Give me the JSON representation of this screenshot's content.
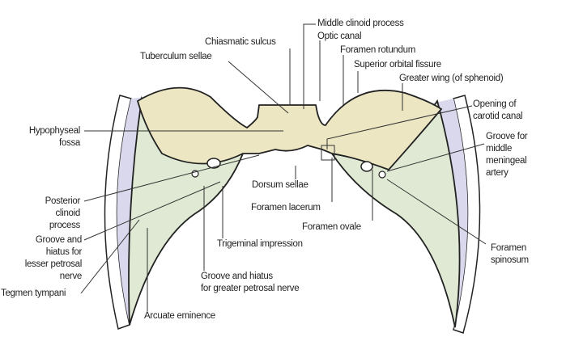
{
  "labels": {
    "middle_clinoid": "Middle clinoid process",
    "optic_canal": "Optic canal",
    "chiasmatic_sulcus": "Chiasmatic sulcus",
    "tuberculum_sellae": "Tuberculum sellae",
    "foramen_rotundum": "Foramen rotundum",
    "superior_orbital_fissure": "Superior orbital fissure",
    "greater_wing": "Greater wing (of sphenoid)",
    "carotid_1": "Opening of",
    "carotid_2": "carotid canal",
    "hypophyseal_1": "Hypophyseal",
    "hypophyseal_2": "fossa",
    "meningeal_1": "Groove for",
    "meningeal_2": "middle",
    "meningeal_3": "meningeal",
    "meningeal_4": "artery",
    "post_clinoid_1": "Posterior",
    "post_clinoid_2": "clinoid",
    "post_clinoid_3": "process",
    "dorsum_sellae": "Dorsum sellae",
    "foramen_lacerum": "Foramen lacerum",
    "foramen_ovale": "Foramen ovale",
    "lesser_1": "Groove and",
    "lesser_2": "hiatus for",
    "lesser_3": "lesser petrosal",
    "lesser_4": "nerve",
    "trigeminal": "Trigeminal impression",
    "spinosum_1": "Foramen",
    "spinosum_2": "spinosum",
    "tegmen": "Tegmen tympani",
    "greater_1": "Groove and hiatus",
    "greater_2": "for greater petrosal nerve",
    "arcuate": "Arcuate eminence"
  },
  "colors": {
    "bone": "#ece6c2",
    "petrous": "#dfe9d3",
    "dura": "#d9d8ec"
  }
}
